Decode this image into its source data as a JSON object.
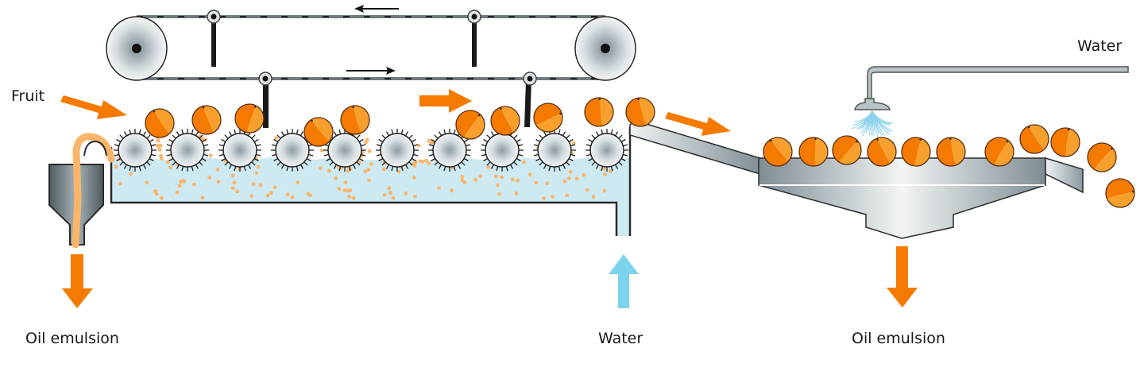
{
  "diagram": {
    "title": "Citrus fruit oil extraction by roller abrasion and washing",
    "labels": {
      "fruit_in": "Fruit",
      "oil_emulsion_left": "Oil emulsion",
      "water_in_bottom": "Water",
      "oil_emulsion_right": "Oil emulsion",
      "water_in_top": "Water"
    },
    "components": [
      "belt-conveyor-with-pulleys",
      "pusher-arms",
      "spiked-abrasion-rollers",
      "water-trough-with-oil-droplets",
      "oil-collection-hopper",
      "inclined-chute",
      "spray-washer",
      "collection-funnel",
      "exit-chute"
    ],
    "flows": [
      {
        "label": "Fruit",
        "direction": "in",
        "color": "#f47a00"
      },
      {
        "label": "Oil emulsion",
        "direction": "out-left",
        "color": "#f47a00"
      },
      {
        "label": "Water",
        "direction": "in-bottom",
        "color": "#7dd3ee"
      },
      {
        "label": "Oil emulsion",
        "direction": "out-right",
        "color": "#f47a00"
      },
      {
        "label": "Water",
        "direction": "in-top",
        "color": "#a6b4b8"
      }
    ],
    "colors": {
      "fruit_light": "#f8a02e",
      "fruit_dark": "#f47a00",
      "arrow_orange": "#f47a00",
      "water_arrow": "#7dd3ee",
      "water_fill": "#cde9f2",
      "droplet": "#f9b66b",
      "metal": "#9aa8ad"
    }
  }
}
